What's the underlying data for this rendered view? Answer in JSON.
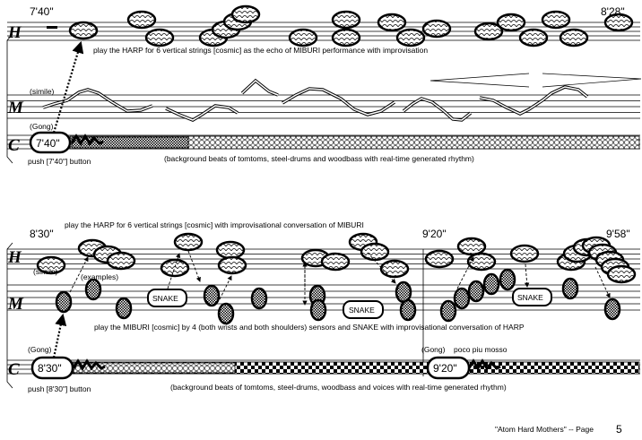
{
  "system1": {
    "time_start": "7'40\"",
    "time_end": "8'28\"",
    "staff_labels": {
      "harp": "H",
      "miburi": "M",
      "computer": "C"
    },
    "harp_instruction": "play the HARP for 6 vertical strings [cosmic] as the echo of MIBURI performance with improvisation",
    "simile": "(simile)",
    "gong": "(Gong)",
    "button_label": "7'40\"",
    "push_instruction": "push [7'40\"] button",
    "background_note": "(background beats of tomtoms, steel-drums and woodbass with real-time generated rhythm)"
  },
  "system2": {
    "time_start": "8'30\"",
    "time_mid": "9'20\"",
    "time_end": "9'58\"",
    "staff_labels": {
      "harp": "H",
      "miburi": "M",
      "computer": "C"
    },
    "harp_instruction": "play the HARP for 6 vertical strings [cosmic] with improvisational conversation of MIBURI",
    "simile": "(simile)",
    "examples": "(examples)",
    "snake_label": "SNAKE",
    "miburi_instruction": "play the MIBURI [cosmic] by 4 (both wrists and both shoulders) sensors and SNAKE with improvisational conversation of HARP",
    "gong": "(Gong)",
    "gong2": "(Gong)",
    "tempo": "poco piu mosso",
    "button_label": "8'30\"",
    "button_label2": "9'20\"",
    "push_instruction": "push [8'30\"] button",
    "background_note": "(background beats of tomtoms, steel-drums, woodbass and voices with real-time generated rhythm)"
  },
  "footer": {
    "title": "\"Atom Hard Mothers\" -- Page",
    "page_number": "5"
  }
}
